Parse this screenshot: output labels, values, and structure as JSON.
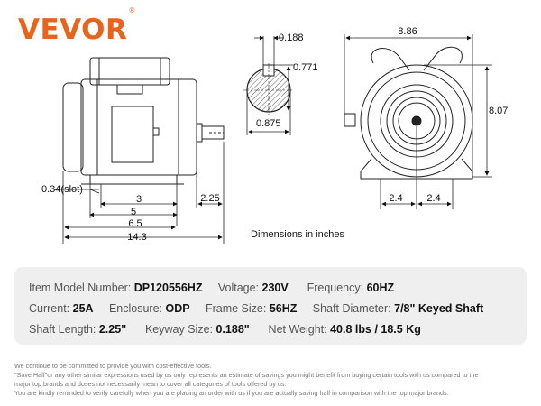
{
  "brand": {
    "name": "VEVOR",
    "mark": "®",
    "color": "#e8641c"
  },
  "dimensions": {
    "keyway_width": "0.188",
    "key_height": "0.771",
    "shaft_dia": "0.875",
    "width_total": "8.86",
    "height_total": "8.07",
    "mount_left": "2.4",
    "mount_right": "2.4",
    "slot": "0.34(slot)",
    "shaft_len": "2.25",
    "d3": "3",
    "d5": "5",
    "d65": "6.5",
    "length_total": "14.3",
    "caption": "Dimensions in inches"
  },
  "specs": {
    "row1": [
      {
        "label": "Item Model Number:",
        "value": "DP120556HZ"
      },
      {
        "label": "Voltage:",
        "value": "230V"
      },
      {
        "label": "Frequency:",
        "value": "60HZ"
      }
    ],
    "row2": [
      {
        "label": "Current:",
        "value": "25A"
      },
      {
        "label": "Enclosure:",
        "value": "ODP"
      },
      {
        "label": "Frame Size:",
        "value": "56HZ"
      },
      {
        "label": "Shaft Diameter:",
        "value": "7/8\" Keyed Shaft"
      }
    ],
    "row3": [
      {
        "label": "Shaft Length:",
        "value": "2.25\""
      },
      {
        "label": "Keyway Size:",
        "value": "0.188\""
      },
      {
        "label": "Net Weight:",
        "value": "40.8 lbs / 18.5 Kg"
      }
    ]
  },
  "disclaimer": [
    "We continue to be committed to provide you with cost-effective tools.",
    "\"Save Half\"or any other similar expressions used by us only represents an estimate of savings you might benefit from buying certain tools with us compared to the",
    "major top brands and doses not necessarily mean to cover all categories of tools offered by us.",
    "You are kindly reminded to verify carefully when you are placing an order with us if you are actually saving half in comparison with the top major brands."
  ]
}
